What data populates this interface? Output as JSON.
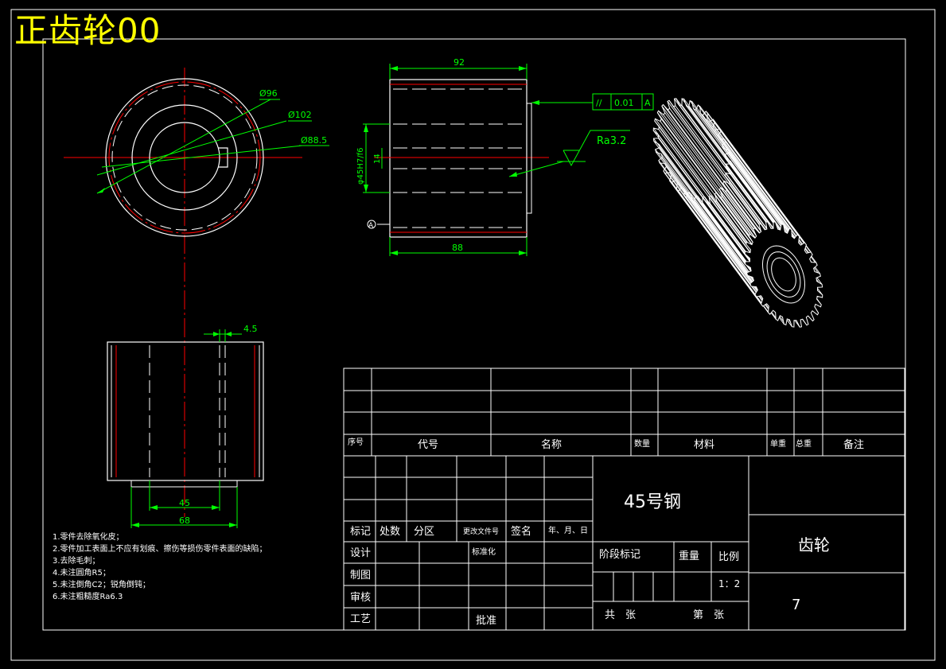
{
  "title": "正齿轮00",
  "dimensions": {
    "dia_96": "Ø96",
    "dia_102": "Ø102",
    "dia_88_5": "Ø88.5",
    "len_92": "92",
    "len_88": "88",
    "bore_fit": "φ45H7/f6",
    "key_14": "14",
    "key_4_5": "4.5",
    "len_45": "45",
    "len_68": "68",
    "datum": "A"
  },
  "tolerance": {
    "symbol": "//",
    "value": "0.01",
    "datum": "A"
  },
  "roughness": "Ra3.2",
  "notes": [
    "1.零件去除氧化皮；",
    "2.零件加工表面上不应有划痕、擦伤等损伤零件表面的缺陷；",
    "3.去除毛刺；",
    "4.未注圆角R5；",
    "5.未注倒角C2；锐角倒钝；",
    "6.未注粗糙度Ra6.3"
  ],
  "bom_header": [
    "序号",
    "代号",
    "名称",
    "数量",
    "材料",
    "单重",
    "总重",
    "备注"
  ],
  "title_block": {
    "material": "45号钢",
    "part_name": "齿轮",
    "scale_label": "比例",
    "scale": "1：2",
    "stage_label": "阶段标记",
    "weight_label": "重量",
    "sheet_total": "共　张",
    "sheet_no": "第　张",
    "number": "7",
    "rev_row": [
      "标记",
      "处数",
      "分区",
      "更改文件号",
      "签名",
      "年、月、日"
    ],
    "design": "设计",
    "standard": "标准化",
    "draw": "制图",
    "check": "审核",
    "process": "工艺",
    "approve": "批准"
  },
  "colors": {
    "line": "#ffffff",
    "dim": "#00ff00",
    "center": "#ff0000",
    "title": "#ffff00"
  }
}
